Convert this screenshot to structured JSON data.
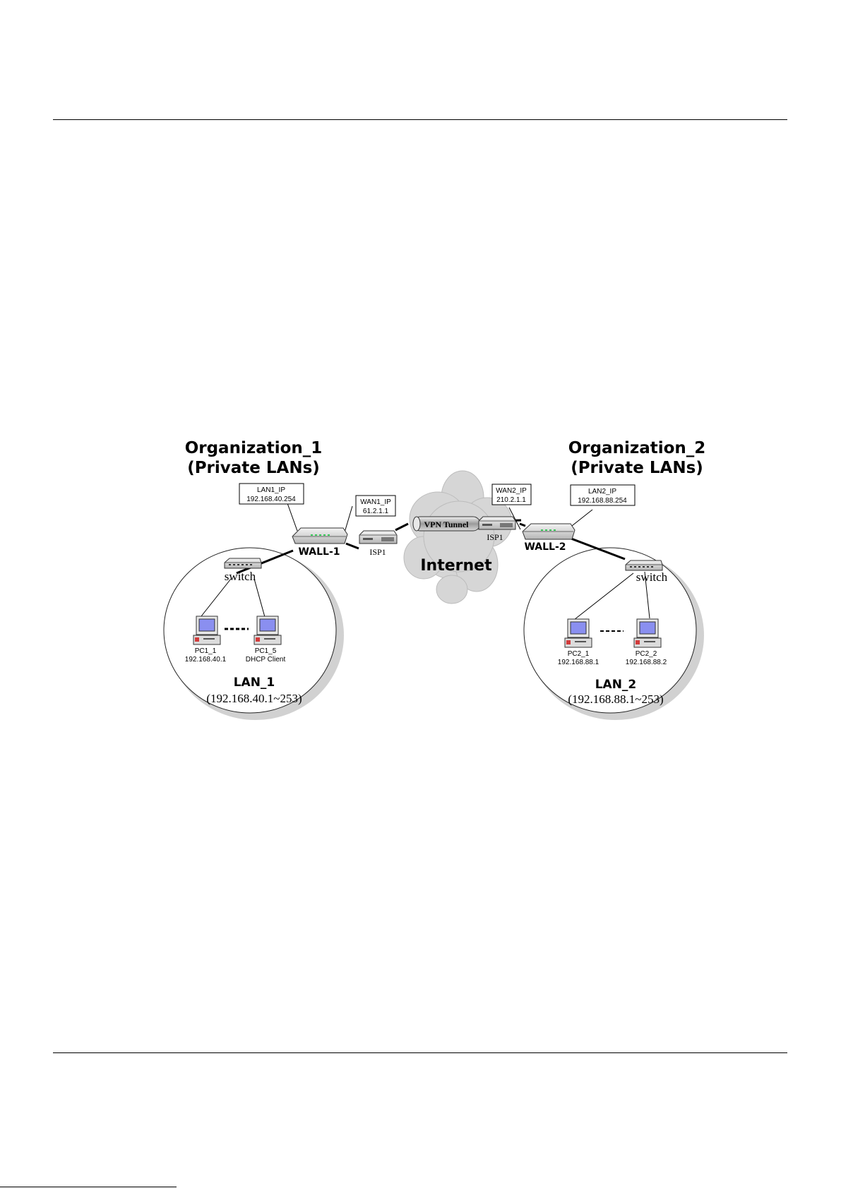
{
  "org1": {
    "name": "Organization_1",
    "subtitle": "(Private LANs)"
  },
  "org2": {
    "name": "Organization_2",
    "subtitle": "(Private LANs)"
  },
  "lan1_ip_box": {
    "label": "LAN1_IP",
    "value": "192.168.40.254"
  },
  "wan1_ip_box": {
    "label": "WAN1_IP",
    "value": "61.2.1.1"
  },
  "wan2_ip_box": {
    "label": "WAN2_IP",
    "value": "210.2.1.1"
  },
  "lan2_ip_box": {
    "label": "LAN2_IP",
    "value": "192.168.88.254"
  },
  "wall1": "WALL-1",
  "wall2": "WALL-2",
  "isp_left": "ISP1",
  "isp_right": "ISP1",
  "vpn_tunnel": "VPN Tunnel",
  "internet": "Internet",
  "switch_left": "switch",
  "switch_right": "switch",
  "pc1_1": {
    "name": "PC1_1",
    "ip": "192.168.40.1"
  },
  "pc1_5": {
    "name": "PC1_5",
    "ip": "DHCP Client"
  },
  "pc2_1": {
    "name": "PC2_1",
    "ip": "192.168.88.1"
  },
  "pc2_2": {
    "name": "PC2_2",
    "ip": "192.168.88.2"
  },
  "lan1": {
    "name": "LAN_1",
    "range": "(192.168.40.1~253)"
  },
  "lan2": {
    "name": "LAN_2",
    "range": "(192.168.88.1~253)"
  },
  "colors": {
    "cloud": "#d9d9d9",
    "tunnel": "#bdbdbd",
    "screen": "#8a8ff0",
    "leds": "#39c95a",
    "pc_red": "#d23c3c"
  }
}
